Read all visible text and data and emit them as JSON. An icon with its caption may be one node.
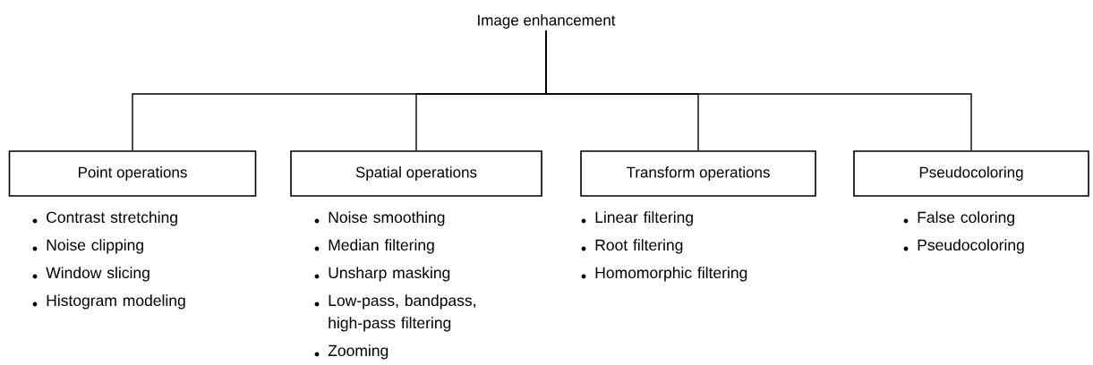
{
  "diagram": {
    "nodes": [
      {
        "text": [
          "Image enhancement"
        ]
      },
      {
        "text": [
          "Point operations"
        ],
        "beside": [
          "Contrast stretching",
          "Noise clipping",
          "Window slicing",
          "Histogram modeling"
        ]
      },
      {
        "text": [
          "Spatial operations"
        ],
        "beside": [
          "Noise smoothing",
          "Median filtering",
          "Unsharp masking",
          "Low-pass, bandpass, high-pass filtering",
          "Zooming"
        ]
      },
      {
        "text": [
          "Transform operations"
        ],
        "beside": [
          "Linear filtering",
          "Root filtering",
          "Homomorphic filtering"
        ]
      },
      {
        "text": [
          "Pseudocoloring"
        ],
        "beside": [
          "False coloring",
          "Pseudocoloring"
        ]
      }
    ],
    "edges": [
      {
        "from": 0,
        "to": 1,
        "arrow": "none"
      },
      {
        "from": 0,
        "to": 2,
        "arrow": "none"
      },
      {
        "from": 0,
        "to": 3,
        "arrow": "none"
      },
      {
        "from": 0,
        "to": 4,
        "arrow": "none"
      }
    ]
  }
}
